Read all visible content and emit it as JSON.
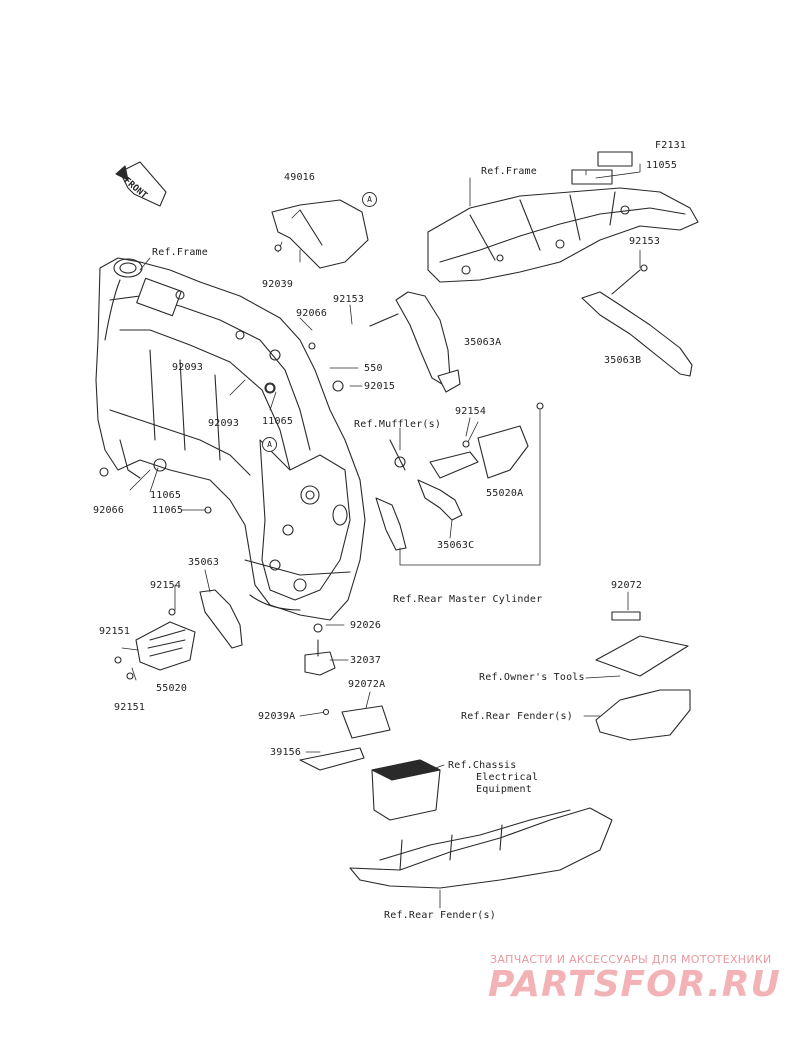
{
  "diagram_code": "F2131",
  "front_marker": "FRONT",
  "ref_markers": [
    "A",
    "A"
  ],
  "labels": {
    "l49016": "49016",
    "l92039": "92039",
    "refFrameLeft": "Ref.Frame",
    "refFrameTop": "Ref.Frame",
    "l11055": "11055",
    "l92153a": "92153",
    "l92153b": "92153",
    "l35063A": "35063A",
    "l35063B": "35063B",
    "l92066a": "92066",
    "l550": "550",
    "l92015": "92015",
    "l92093a": "92093",
    "l92093b": "92093",
    "l11065a": "11065",
    "l11065b": "11065",
    "l11065c": "11065",
    "l92066b": "92066",
    "refMuffler": "Ref.Muffler(s)",
    "l92154a": "92154",
    "l55020A": "55020A",
    "l35063C": "35063C",
    "refMasterCyl": "Ref.Rear Master Cylinder",
    "l35063": "35063",
    "l92154b": "92154",
    "l92151a": "92151",
    "l55020": "55020",
    "l92151b": "92151",
    "l92026": "92026",
    "l32037": "32037",
    "l92072": "92072",
    "refOwnersTools": "Ref.Owner's Tools",
    "refRearFenderR": "Ref.Rear Fender(s)",
    "l92072A": "92072A",
    "l92039A": "92039A",
    "l39156": "39156",
    "refChassis1": "Ref.Chassis",
    "refChassis2": "Electrical",
    "refChassis3": "Equipment",
    "refRearFenderB": "Ref.Rear Fender(s)"
  },
  "watermark": {
    "line1": "ЗАПЧАСТИ И АКСЕССУАРЫ ДЛЯ МОТОТЕХНИКИ",
    "logo": "PARTSFOR.RU"
  },
  "colors": {
    "line": "#2a2a2a",
    "watermark": "#f3b3b6"
  }
}
